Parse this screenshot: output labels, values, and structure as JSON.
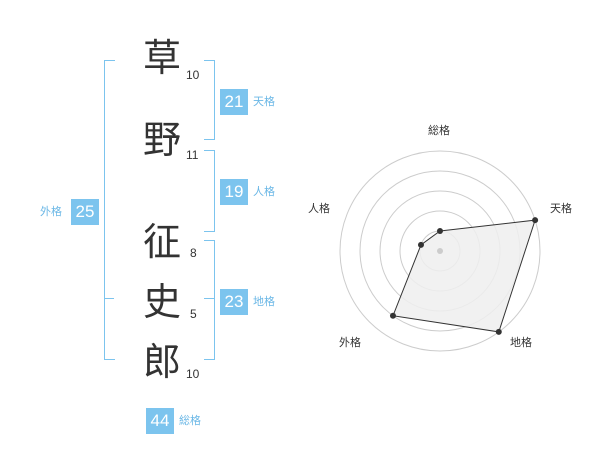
{
  "name": {
    "chars": [
      {
        "char": "草",
        "strokes": "10"
      },
      {
        "char": "野",
        "strokes": "11"
      },
      {
        "char": "征",
        "strokes": "8"
      },
      {
        "char": "史",
        "strokes": "5"
      },
      {
        "char": "郎",
        "strokes": "10"
      }
    ]
  },
  "kaku": {
    "tenkaku": {
      "value": "21",
      "label": "天格"
    },
    "jinkaku": {
      "value": "19",
      "label": "人格"
    },
    "chikaku": {
      "value": "23",
      "label": "地格"
    },
    "gaikaku": {
      "value": "25",
      "label": "外格"
    },
    "soukaku": {
      "value": "44",
      "label": "総格"
    }
  },
  "chart_data": {
    "type": "radar",
    "axes": [
      "総格",
      "天格",
      "地格",
      "外格",
      "人格"
    ],
    "values": [
      1,
      5,
      5,
      4,
      1
    ],
    "rlim": [
      0,
      5
    ],
    "grid": true,
    "colors": {
      "fill": "#efefef",
      "stroke": "#333333",
      "grid": "#cccccc"
    }
  },
  "colors": {
    "accent": "#7cc4ee",
    "label": "#6ab7e6",
    "text": "#333333"
  }
}
